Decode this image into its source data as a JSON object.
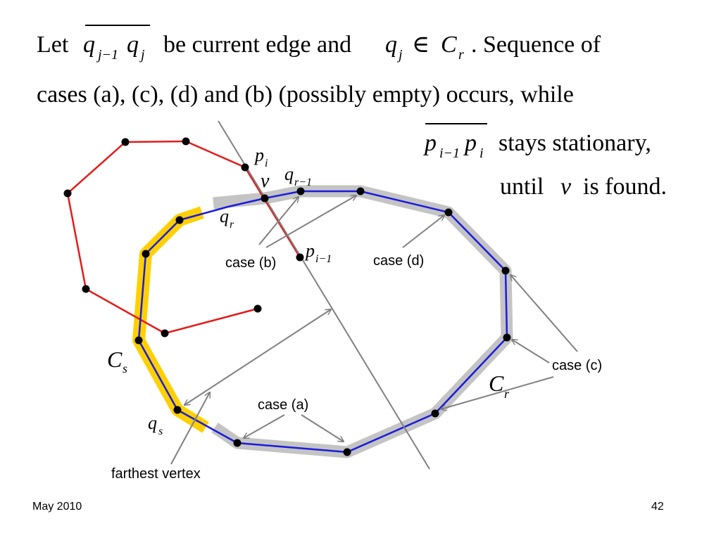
{
  "text": {
    "line1_let": "Let",
    "line1_edge_q1": "q",
    "line1_edge_sub1": "j−1",
    "line1_edge_q2": "q",
    "line1_edge_sub2": "j",
    "line1_mid": "be current edge and",
    "line1_q": "q",
    "line1_q_sub": "j",
    "line1_in": "∈",
    "line1_C": "C",
    "line1_C_sub": "r",
    "line1_end": ". Sequence of",
    "line2": "cases (a), (c), (d) and (b) (possibly empty) occurs, while",
    "line3_p1": "p",
    "line3_sub1": "i−1",
    "line3_p2": "p",
    "line3_sub2": "i",
    "line3_end": "stays stationary,",
    "line4_until": "until",
    "line4_v": "v",
    "line4_end": "is found."
  },
  "labels": {
    "pi": "p",
    "pi_sub": "i",
    "v": "v",
    "qr1": "q",
    "qr1_sub": "r−1",
    "qr": "q",
    "qr_sub": "r",
    "pi1": "p",
    "pi1_sub": "i−1",
    "Cs": "C",
    "Cs_sub": "s",
    "qs": "q",
    "qs_sub": "s",
    "Cr": "C",
    "Cr_sub": "r",
    "case_b": "case (b)",
    "case_d": "case (d)",
    "case_c": "case (c)",
    "case_a": "case (a)",
    "farthest": "farthest vertex"
  },
  "footer": {
    "date": "May 2010",
    "page": "42"
  },
  "colors": {
    "polygon_p": "#e31b1b",
    "polygon_q": "#1b1bdc",
    "highlight_gray": "#c4c4c4",
    "highlight_yellow": "#ffd000",
    "arrow_gray": "#808080"
  }
}
